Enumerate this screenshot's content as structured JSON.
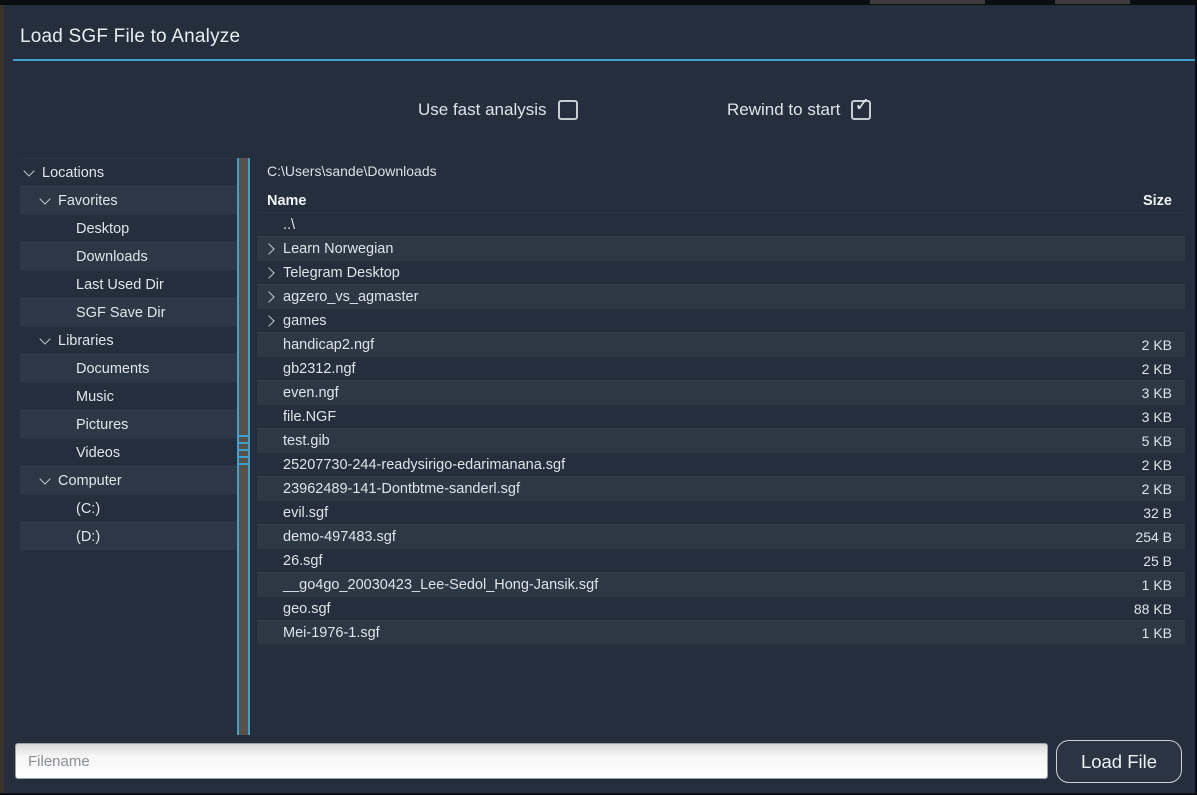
{
  "window": {
    "title": "Load SGF File to Analyze"
  },
  "options": [
    {
      "label": "Use fast analysis",
      "checked": false
    },
    {
      "label": "Rewind to start",
      "checked": true
    }
  ],
  "sidebar": {
    "items": [
      {
        "label": "Locations",
        "level": 0,
        "expanded": true
      },
      {
        "label": "Favorites",
        "level": 1,
        "expanded": true
      },
      {
        "label": "Desktop",
        "level": 2,
        "expanded": false
      },
      {
        "label": "Downloads",
        "level": 2,
        "expanded": false
      },
      {
        "label": "Last Used Dir",
        "level": 2,
        "expanded": false
      },
      {
        "label": "SGF Save Dir",
        "level": 2,
        "expanded": false
      },
      {
        "label": "Libraries",
        "level": 1,
        "expanded": true
      },
      {
        "label": "Documents",
        "level": 2,
        "expanded": false
      },
      {
        "label": "Music",
        "level": 2,
        "expanded": false
      },
      {
        "label": "Pictures",
        "level": 2,
        "expanded": false
      },
      {
        "label": "Videos",
        "level": 2,
        "expanded": false
      },
      {
        "label": "Computer",
        "level": 1,
        "expanded": true
      },
      {
        "label": "(C:)",
        "level": 2,
        "expanded": false
      },
      {
        "label": "(D:)",
        "level": 2,
        "expanded": false
      }
    ]
  },
  "file_panel": {
    "path": "C:\\Users\\sande\\Downloads",
    "columns": {
      "name": "Name",
      "size": "Size"
    },
    "rows": [
      {
        "name": "..\\",
        "size": "",
        "kind": "up"
      },
      {
        "name": "Learn Norwegian",
        "size": "",
        "kind": "folder"
      },
      {
        "name": "Telegram Desktop",
        "size": "",
        "kind": "folder"
      },
      {
        "name": "agzero_vs_agmaster",
        "size": "",
        "kind": "folder"
      },
      {
        "name": "games",
        "size": "",
        "kind": "folder"
      },
      {
        "name": "handicap2.ngf",
        "size": "2 KB",
        "kind": "file"
      },
      {
        "name": "gb2312.ngf",
        "size": "2 KB",
        "kind": "file"
      },
      {
        "name": "even.ngf",
        "size": "3 KB",
        "kind": "file"
      },
      {
        "name": "file.NGF",
        "size": "3 KB",
        "kind": "file"
      },
      {
        "name": "test.gib",
        "size": "5 KB",
        "kind": "file"
      },
      {
        "name": "25207730-244-readysirigo-edarimanana.sgf",
        "size": "2 KB",
        "kind": "file"
      },
      {
        "name": "23962489-141-Dontbtme-sanderl.sgf",
        "size": "2 KB",
        "kind": "file"
      },
      {
        "name": "evil.sgf",
        "size": "32 B",
        "kind": "file"
      },
      {
        "name": "demo-497483.sgf",
        "size": "254 B",
        "kind": "file"
      },
      {
        "name": "26.sgf",
        "size": "25 B",
        "kind": "file"
      },
      {
        "name": "__go4go_20030423_Lee-Sedol_Hong-Jansik.sgf",
        "size": "1 KB",
        "kind": "file"
      },
      {
        "name": "geo.sgf",
        "size": "88 KB",
        "kind": "file"
      },
      {
        "name": "Mei-1976-1.sgf",
        "size": "1 KB",
        "kind": "file"
      }
    ]
  },
  "footer": {
    "filename_placeholder": "Filename",
    "load_button_label": "Load File"
  },
  "colors": {
    "accent": "#3f9fc7",
    "background": "#242e3c",
    "row_highlight": "#2d3845",
    "frame_left": "#3a3129"
  }
}
